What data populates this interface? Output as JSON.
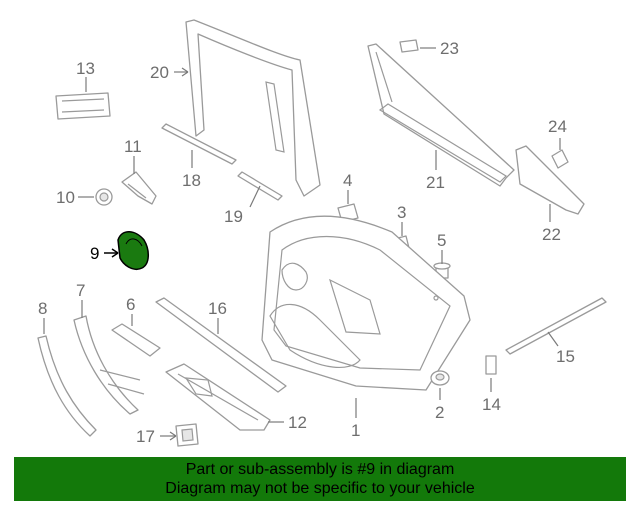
{
  "diagram": {
    "highlight_color": "#1a7a10",
    "callouts": [
      {
        "id": "1",
        "label": "1"
      },
      {
        "id": "2",
        "label": "2"
      },
      {
        "id": "3",
        "label": "3"
      },
      {
        "id": "4",
        "label": "4"
      },
      {
        "id": "5",
        "label": "5"
      },
      {
        "id": "6",
        "label": "6"
      },
      {
        "id": "7",
        "label": "7"
      },
      {
        "id": "8",
        "label": "8"
      },
      {
        "id": "9",
        "label": "9"
      },
      {
        "id": "10",
        "label": "10"
      },
      {
        "id": "11",
        "label": "11"
      },
      {
        "id": "12",
        "label": "12"
      },
      {
        "id": "13",
        "label": "13"
      },
      {
        "id": "14",
        "label": "14"
      },
      {
        "id": "15",
        "label": "15"
      },
      {
        "id": "16",
        "label": "16"
      },
      {
        "id": "17",
        "label": "17"
      },
      {
        "id": "18",
        "label": "18"
      },
      {
        "id": "19",
        "label": "19"
      },
      {
        "id": "20",
        "label": "20"
      },
      {
        "id": "21",
        "label": "21"
      },
      {
        "id": "22",
        "label": "22"
      },
      {
        "id": "23",
        "label": "23"
      },
      {
        "id": "24",
        "label": "24"
      }
    ]
  },
  "banner": {
    "line1": "Part or sub-assembly is #9 in diagram",
    "line2": "Diagram may not be specific to your vehicle",
    "background": "#13790a"
  }
}
